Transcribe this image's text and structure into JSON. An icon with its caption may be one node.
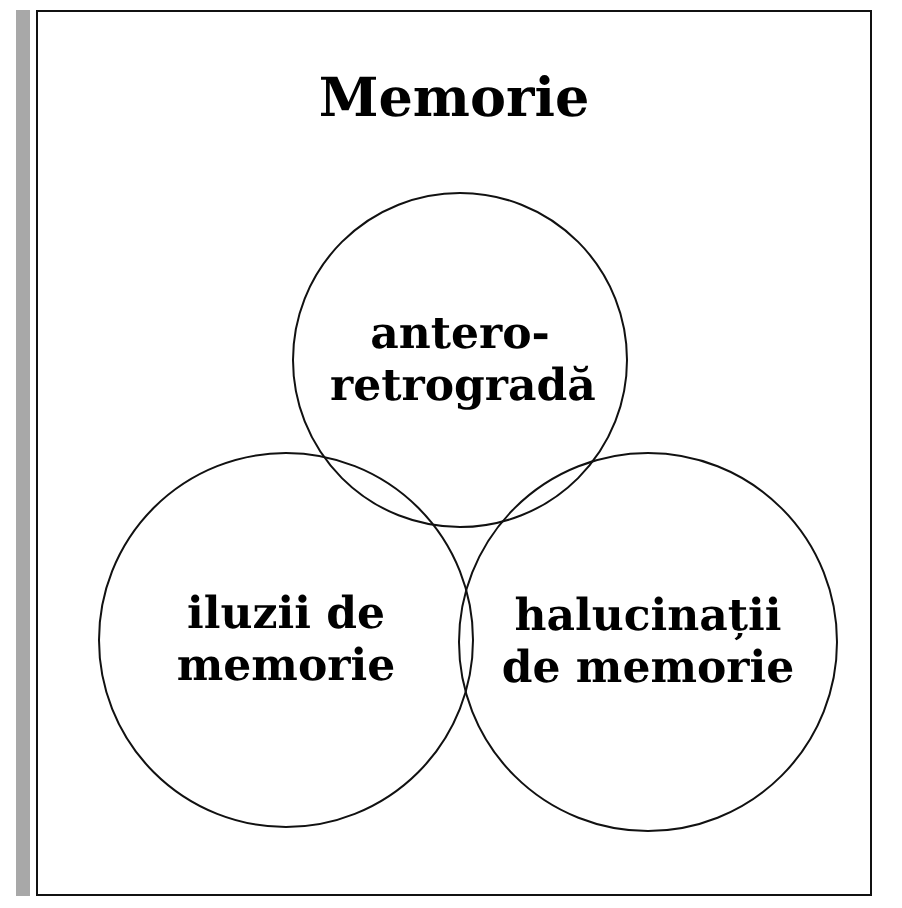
{
  "diagram": {
    "nodes": [
      {
        "text": [
          "Memorie"
        ]
      },
      {
        "text": [
          "antero-retrogradă"
        ],
        "in": 0
      },
      {
        "text": [
          "iluzii de memorie"
        ],
        "in": 0
      },
      {
        "text": [
          "halucinații de memorie"
        ],
        "in": 0
      }
    ]
  }
}
